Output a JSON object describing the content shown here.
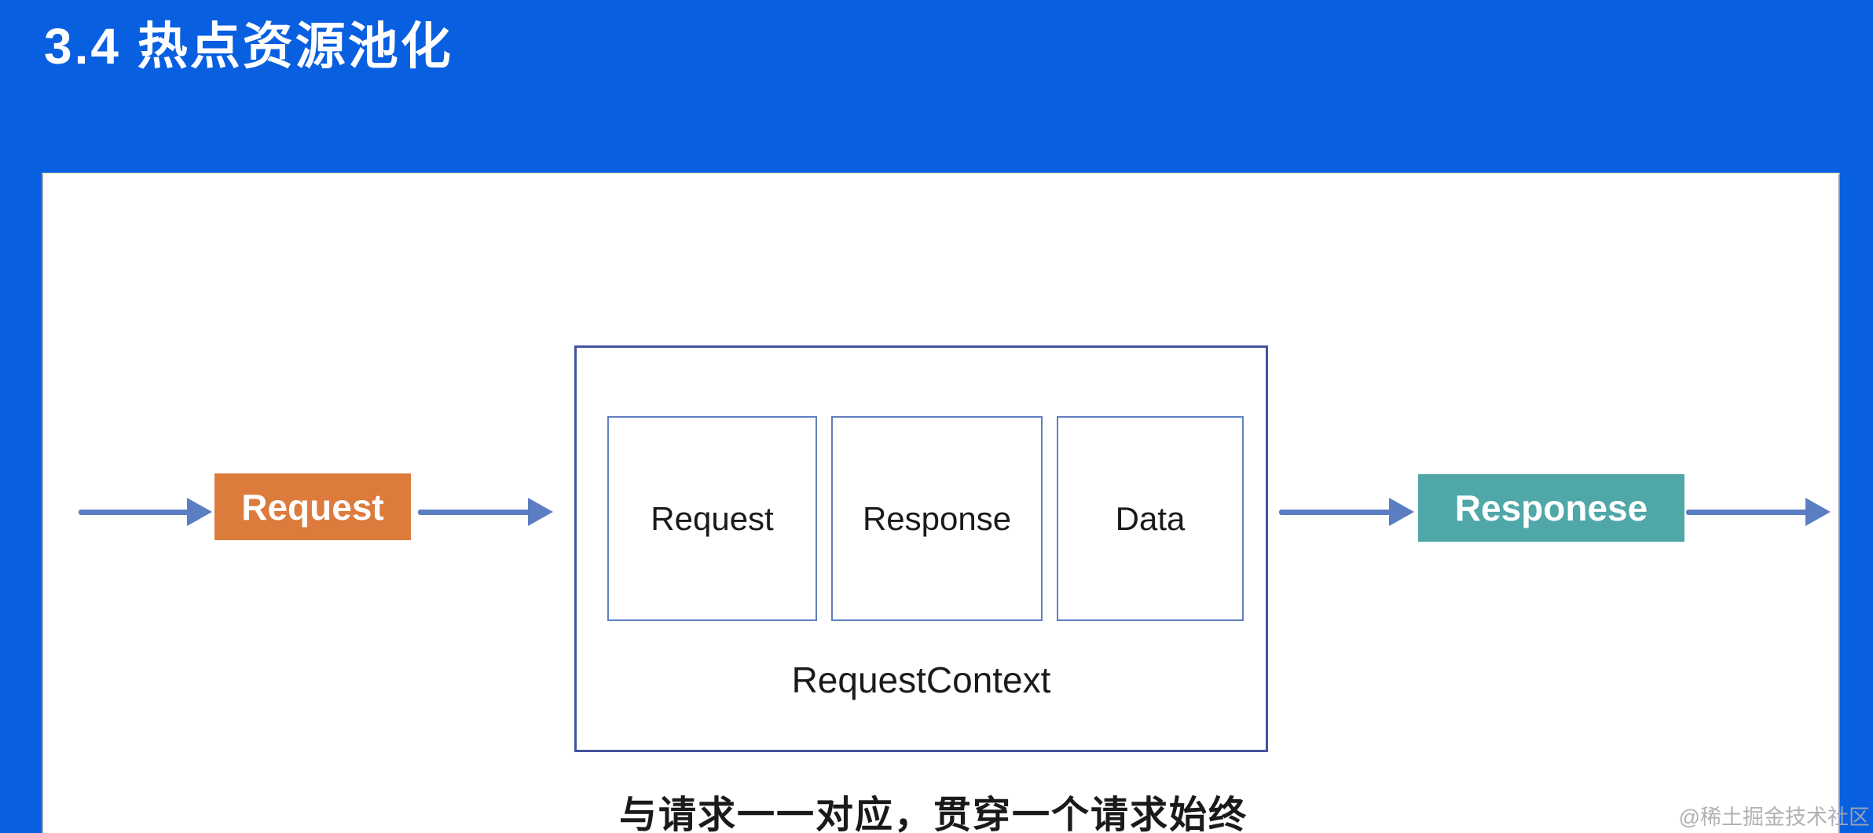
{
  "slide": {
    "title": "3.4 热点资源池化",
    "caption": "与请求一一对应，贯穿一个请求始终",
    "watermark": "@稀土掘金技术社区"
  },
  "diagram": {
    "request_box": {
      "label": "Request"
    },
    "response_box": {
      "label": "Responese"
    },
    "context": {
      "label": "RequestContext",
      "items": [
        {
          "label": "Request"
        },
        {
          "label": "Response"
        },
        {
          "label": "Data"
        }
      ]
    }
  },
  "colors": {
    "background": "#085FE0",
    "panel": "#FFFFFF",
    "request-box": "#DC7B3B",
    "response-box": "#4FA7A7",
    "arrow": "#5B7EC2",
    "context-border": "#44539B",
    "item-border": "#6080C0",
    "text-dark": "#1A1A1A",
    "watermark": "#A9A9AD",
    "title-text": "#FFFFFF"
  }
}
